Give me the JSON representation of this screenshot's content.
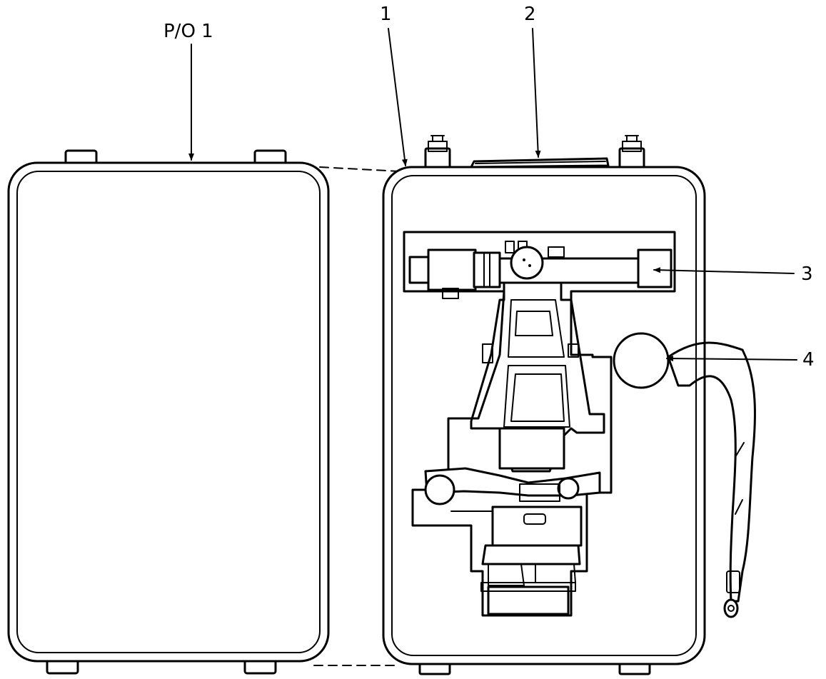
{
  "callouts": {
    "lid": "P/O 1",
    "case": "1",
    "strap": "2",
    "instrument": "3",
    "cap": "4"
  },
  "colors": {
    "ink": "#000000",
    "paper": "#ffffff"
  }
}
